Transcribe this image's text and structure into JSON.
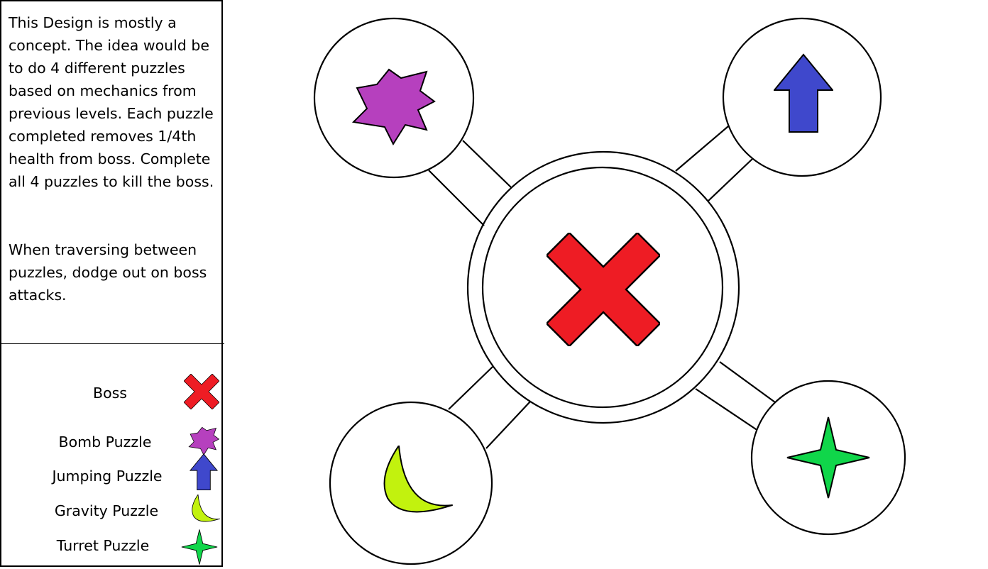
{
  "description": {
    "paragraph_1": "This Design is mostly a concept. The idea would be to do 4 different puzzles based on mechanics from previous levels. Each puzzle completed removes 1/4th health from boss. Complete all 4 puzzles to kill the boss.",
    "paragraph_2": "When traversing between puzzles, dodge out on boss attacks."
  },
  "legend": {
    "boss": "Boss",
    "bomb": "Bomb Puzzle",
    "jumping": "Jumping Puzzle",
    "gravity": "Gravity Puzzle",
    "turret": "Turret Puzzle"
  },
  "colors": {
    "boss": "#ee1c24",
    "bomb": "#b640be",
    "jumping": "#3f48cc",
    "gravity": "#c2f20e",
    "turret": "#10d64a",
    "outline": "#000000"
  },
  "icons": {
    "boss": "x-cross-icon",
    "bomb": "starburst-icon",
    "jumping": "up-arrow-icon",
    "gravity": "crescent-moon-icon",
    "turret": "four-point-star-icon"
  }
}
